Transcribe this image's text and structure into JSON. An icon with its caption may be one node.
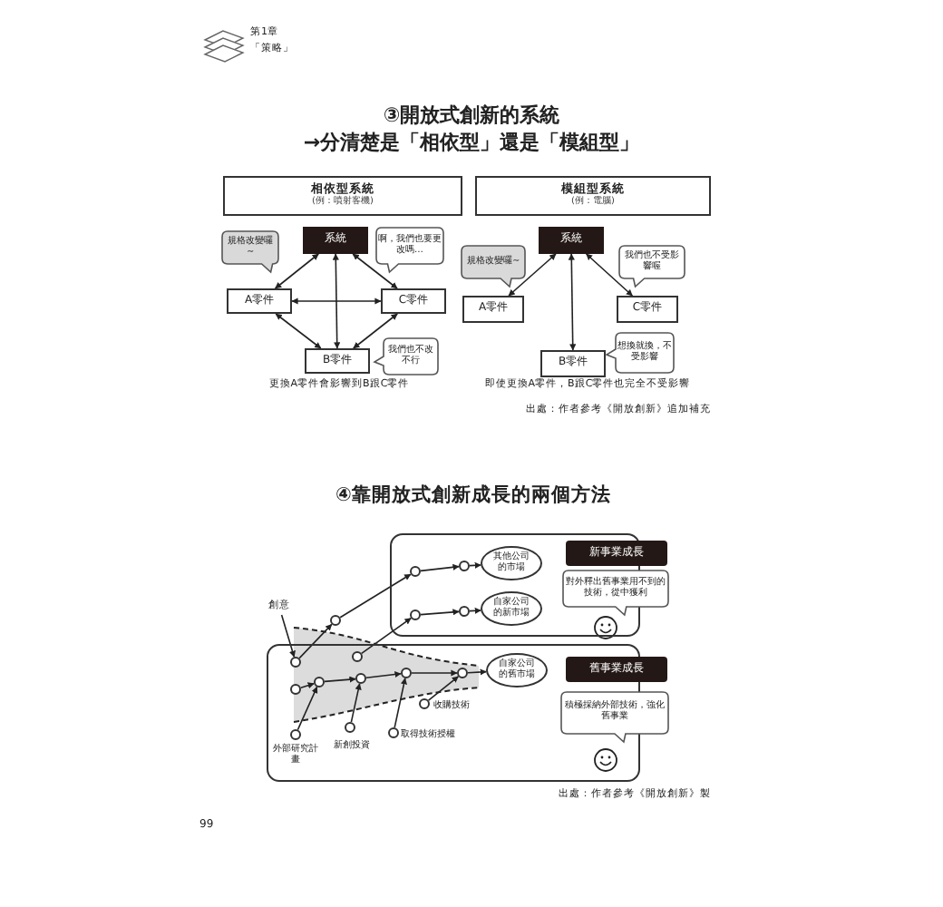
{
  "diagram": {
    "nodes": [
      {
        "text": [
          "相依型系統",
          "(例：噴射客機)"
        ]
      },
      {
        "text": [
          "系統"
        ]
      },
      {
        "text": [
          "A零件"
        ]
      },
      {
        "text": [
          "C零件"
        ]
      },
      {
        "text": [
          "B零件"
        ]
      },
      {
        "text": [
          "規格改變囉~"
        ]
      },
      {
        "text": [
          "啊，我們也要更改嗎…"
        ]
      },
      {
        "text": [
          "我們也不改不行"
        ]
      },
      {
        "text": [
          "模組型系統",
          "(例：電腦)"
        ]
      },
      {
        "text": [
          "系統"
        ]
      },
      {
        "text": [
          "A零件"
        ]
      },
      {
        "text": [
          "C零件"
        ]
      },
      {
        "text": [
          "B零件"
        ]
      },
      {
        "text": [
          "規格改變囉~"
        ]
      },
      {
        "text": [
          "我們也不受影響喔"
        ]
      },
      {
        "text": [
          "想換就換，不受影響"
        ]
      },
      {
        "text": [],
        "shape": "box"
      },
      {
        "text": [
          "其他公司的市場"
        ],
        "in": 16
      },
      {
        "text": [
          "自家公司的新市場"
        ],
        "in": 16
      },
      {
        "text": [
          "新事業成長"
        ]
      },
      {
        "text": [
          "對外釋出舊事業用不到的技術，從中獲利"
        ]
      },
      {
        "text": [],
        "shape": "box"
      },
      {
        "text": [
          "自家公司的舊市場"
        ],
        "in": 21
      },
      {
        "text": [
          "舊事業成長"
        ]
      },
      {
        "text": [
          "積極採納外部技術，強化舊事業"
        ]
      },
      {
        "text": [
          "創意"
        ]
      },
      {
        "text": [],
        "shape": "circle",
        "in": 21
      },
      {
        "text": [],
        "shape": "circle"
      },
      {
        "text": [],
        "shape": "circle",
        "in": 16
      },
      {
        "text": [],
        "shape": "circle",
        "in": 16
      },
      {
        "text": [],
        "shape": "circle",
        "in": 21
      },
      {
        "text": [],
        "shape": "circle",
        "in": 16
      },
      {
        "text": [],
        "shape": "circle",
        "in": 16
      },
      {
        "text": [],
        "shape": "circle",
        "in": 21
      },
      {
        "text": [],
        "shape": "circle",
        "in": 21
      },
      {
        "text": [],
        "shape": "circle",
        "in": 21
      },
      {
        "text": [],
        "shape": "circle",
        "in": 21
      },
      {
        "text": [],
        "shape": "circle",
        "in": 21
      },
      {
        "text": [],
        "shape": "circle",
        "in": 21,
        "beside": [
          "外部研究計畫"
        ]
      },
      {
        "text": [],
        "shape": "circle",
        "in": 21,
        "beside": [
          "新創投資"
        ]
      },
      {
        "text": [],
        "shape": "circle",
        "in": 21,
        "beside": [
          "取得技術授權"
        ]
      },
      {
        "text": [],
        "shape": "circle",
        "in": 21,
        "beside": [
          "收購技術"
        ]
      }
    ],
    "edges": [
      {
        "from": 1,
        "to": 2,
        "arrow": "both"
      },
      {
        "from": 1,
        "to": 3,
        "arrow": "both"
      },
      {
        "from": 1,
        "to": 4,
        "arrow": "both"
      },
      {
        "from": 2,
        "to": 3,
        "arrow": "both"
      },
      {
        "from": 2,
        "to": 4,
        "arrow": "both"
      },
      {
        "from": 3,
        "to": 4,
        "arrow": "both"
      },
      {
        "from": 9,
        "to": 10,
        "arrow": "both"
      },
      {
        "from": 9,
        "to": 11,
        "arrow": "both"
      },
      {
        "from": 9,
        "to": 12,
        "arrow": "both"
      },
      {
        "from": 25,
        "to": 26,
        "arrow": "to"
      },
      {
        "from": 26,
        "to": 27,
        "arrow": "to"
      },
      {
        "from": 27,
        "to": 28,
        "arrow": "to"
      },
      {
        "from": 28,
        "to": 29,
        "arrow": "to"
      },
      {
        "from": 29,
        "to": 17,
        "arrow": "to"
      },
      {
        "from": 30,
        "to": 31,
        "arrow": "to"
      },
      {
        "from": 31,
        "to": 32,
        "arrow": "to"
      },
      {
        "from": 32,
        "to": 18,
        "arrow": "to"
      },
      {
        "from": 33,
        "to": 34,
        "arrow": "to"
      },
      {
        "from": 34,
        "to": 35,
        "arrow": "to"
      },
      {
        "from": 35,
        "to": 36,
        "arrow": "to"
      },
      {
        "from": 36,
        "to": 37,
        "arrow": "to"
      },
      {
        "from": 37,
        "to": 22,
        "arrow": "to"
      },
      {
        "from": 38,
        "to": 34,
        "arrow": "to"
      },
      {
        "from": 39,
        "to": 35,
        "arrow": "to"
      },
      {
        "from": 40,
        "to": 36,
        "arrow": "to"
      },
      {
        "from": 41,
        "to": 37,
        "arrow": "to"
      }
    ],
    "labels": [
      "第1章",
      "「策略」",
      "③開放式創新的系統",
      "→分清楚是「相依型」還是「模組型」",
      "更換A零件會影響到B跟C零件",
      "即使更換A零件，B跟C零件也完全不受影響",
      "出處：作者參考《開放創新》追加補充",
      "④靠開放式創新成長的兩個方法",
      "出處：作者參考《開放創新》製",
      "99"
    ]
  }
}
